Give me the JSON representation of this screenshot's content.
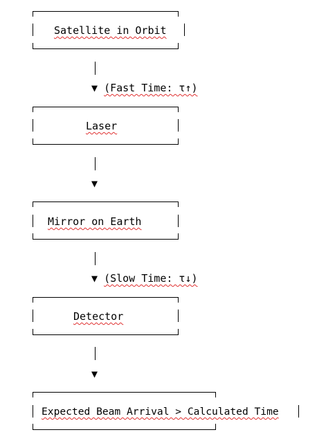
{
  "boxes": {
    "satellite": {
      "label": "Satellite in Orbit"
    },
    "laser": {
      "label": "Laser"
    },
    "mirror": {
      "label": "Mirror on Earth"
    },
    "detector": {
      "label": "Detector"
    },
    "result": {
      "label": "Expected Beam Arrival > Calculated Time"
    }
  },
  "connectors": {
    "c1": {
      "bar": "|",
      "arrow": "▼",
      "note": "(Fast Time: τ↑)"
    },
    "c2": {
      "bar": "|",
      "arrow": "▼",
      "note": ""
    },
    "c3": {
      "bar": "|",
      "arrow": "▼",
      "note": "(Slow Time: τ↓)"
    },
    "c4": {
      "bar": "|",
      "arrow": "▼",
      "note": ""
    }
  },
  "colors": {
    "spellcheck_underline": "#e03030",
    "text": "#000000"
  }
}
